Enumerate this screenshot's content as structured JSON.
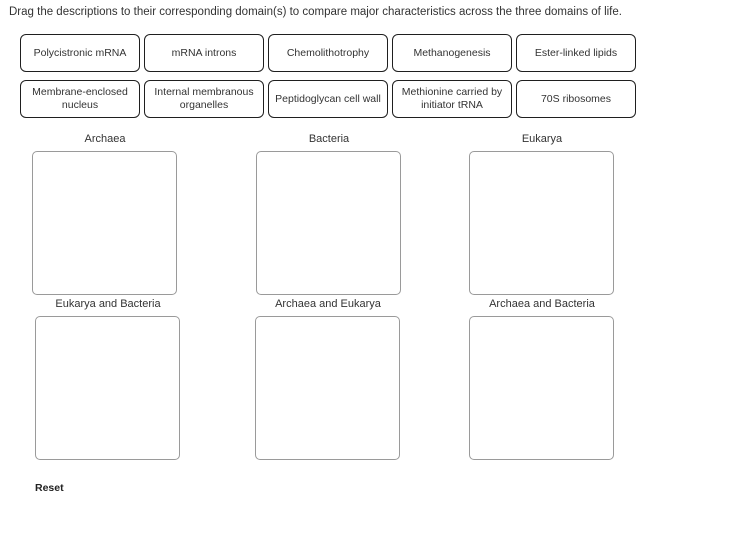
{
  "instruction": "Drag the descriptions to their corresponding domain(s) to compare major characteristics across the three domains of life.",
  "draggables": {
    "row1": [
      {
        "label": "Polycistronic mRNA"
      },
      {
        "label": "mRNA introns"
      },
      {
        "label": "Chemolithotrophy"
      },
      {
        "label": "Methanogenesis"
      },
      {
        "label": "Ester-linked lipids"
      }
    ],
    "row2": [
      {
        "label": "Membrane-enclosed nucleus"
      },
      {
        "label": "Internal membranous organelles"
      },
      {
        "label": "Peptidoglycan cell wall"
      },
      {
        "label": "Methionine carried by initiator tRNA"
      },
      {
        "label": "70S ribosomes"
      }
    ]
  },
  "drop_zones": {
    "row1": [
      {
        "label": "Archaea",
        "contents": []
      },
      {
        "label": "Bacteria",
        "contents": []
      },
      {
        "label": "Eukarya",
        "contents": []
      }
    ],
    "row2": [
      {
        "label": "Eukarya and Bacteria",
        "contents": []
      },
      {
        "label": "Archaea and Eukarya",
        "contents": []
      },
      {
        "label": "Archaea and Bacteria",
        "contents": []
      }
    ]
  },
  "reset": {
    "label": "Reset"
  },
  "colors": {
    "background": "#ffffff",
    "text": "#333333",
    "chip_border": "#1f1f1f",
    "zone_border": "#9a9a9a",
    "reset_text": "#222222"
  }
}
